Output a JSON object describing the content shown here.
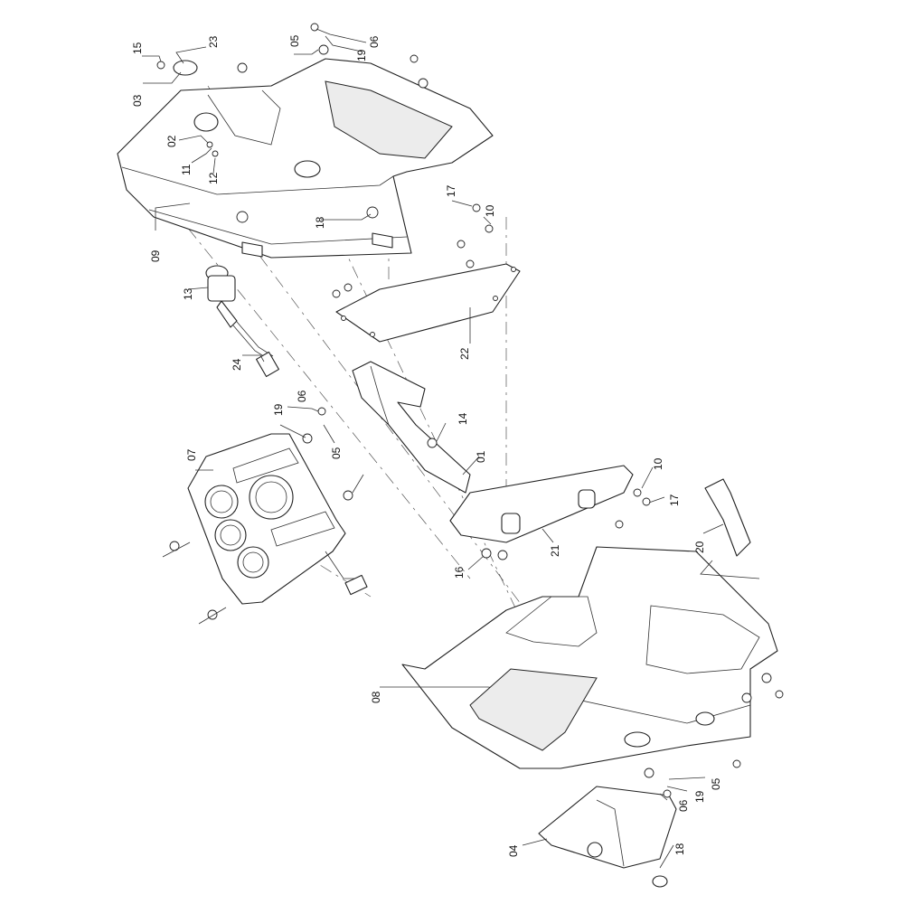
{
  "diagram": {
    "labels": {
      "p01": "01",
      "p02": "02",
      "p03": "03",
      "p04": "04",
      "p05a": "05",
      "p05b": "05",
      "p05c": "05",
      "p06a": "06",
      "p06b": "06",
      "p06c": "06",
      "p07": "07",
      "p08": "08",
      "p09": "09",
      "p10a": "10",
      "p10b": "10",
      "p11": "11",
      "p12": "12",
      "p13": "13",
      "p14": "14",
      "p15": "15",
      "p16": "16",
      "p17a": "17",
      "p17b": "17",
      "p18a": "18",
      "p18b": "18",
      "p19a": "19",
      "p19b": "19",
      "p19c": "19",
      "p20": "20",
      "p21": "21",
      "p22": "22",
      "p23": "23",
      "p24": "24"
    },
    "colors": {
      "line": "#222222",
      "background": "#ffffff"
    }
  }
}
